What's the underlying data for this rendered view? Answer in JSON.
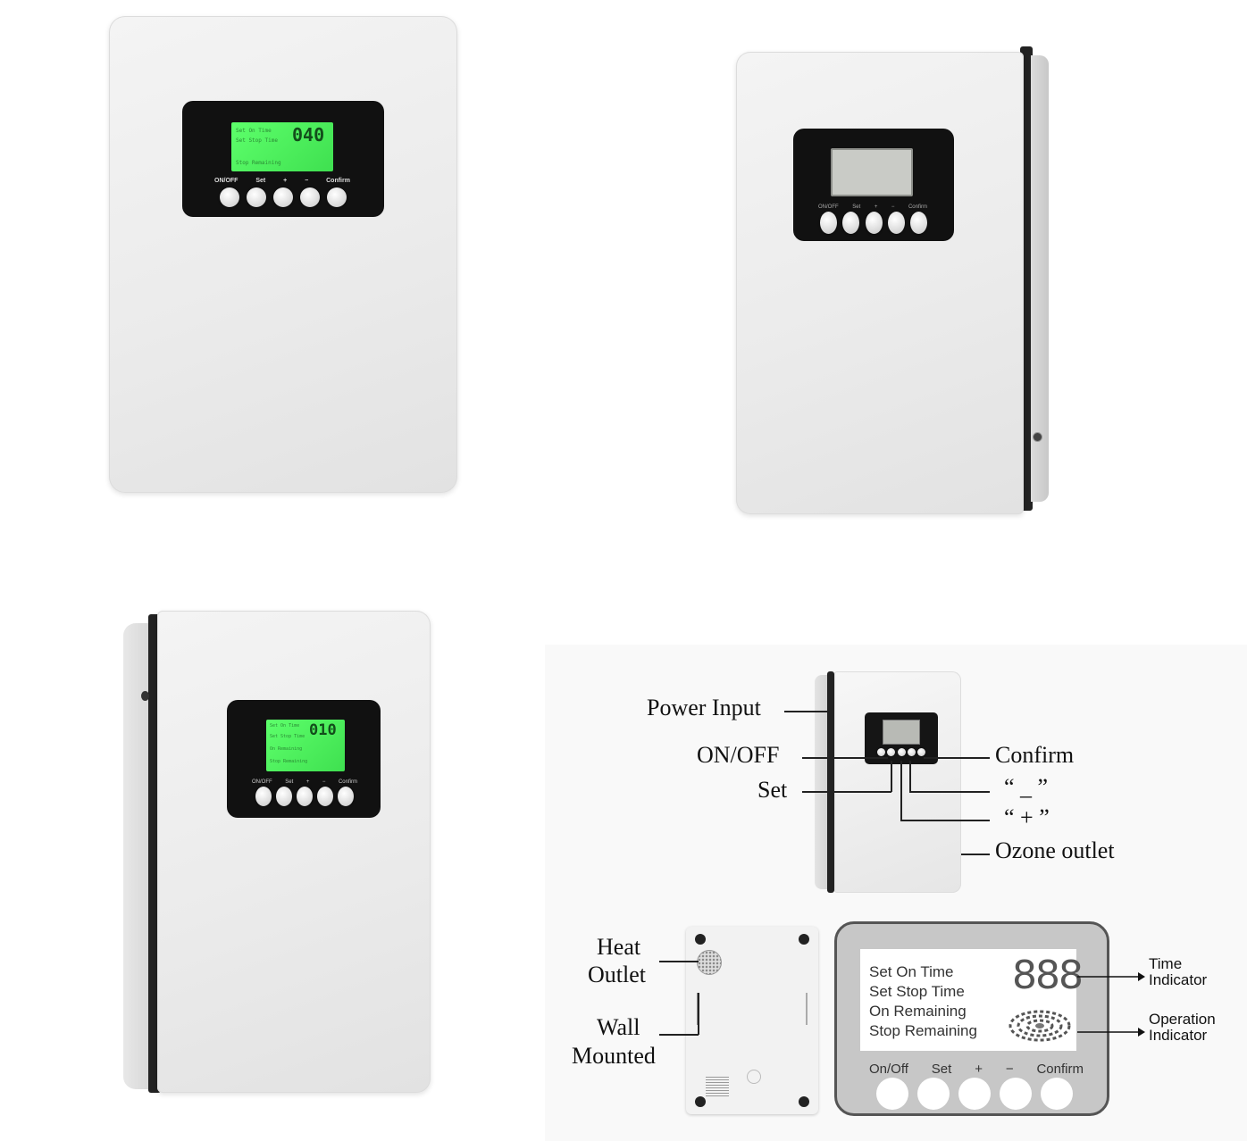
{
  "photo1": {
    "screen_value": "040",
    "screen_rows": [
      "Set On Time",
      "Set Stop Time",
      "Stop Remaining"
    ],
    "button_labels": [
      "ON/OFF",
      "Set",
      "+",
      "−",
      "Confirm"
    ]
  },
  "photo2": {
    "button_labels": [
      "ON/OFF",
      "Set",
      "+",
      "−",
      "Confirm"
    ]
  },
  "photo3": {
    "screen_value": "010",
    "screen_rows": [
      "Set On Time",
      "Set Stop Time",
      "On Remaining",
      "Stop Remaining"
    ],
    "button_labels": [
      "ON/OFF",
      "Set",
      "+",
      "−",
      "Confirm"
    ]
  },
  "diagram": {
    "power_input": "Power Input",
    "on_off": "ON/OFF",
    "set": "Set",
    "confirm": "Confirm",
    "minus": "“ _ ”",
    "plus": "“ + ”",
    "ozone_outlet": "Ozone outlet",
    "heat_outlet_1": "Heat",
    "heat_outlet_2": "Outlet",
    "wall_mounted_1": "Wall",
    "wall_mounted_2": "Mounted"
  },
  "lcd": {
    "rows": [
      "Set On Time",
      "Set Stop Time",
      "On Remaining",
      "Stop Remaining"
    ],
    "digits": "888",
    "time_indicator_1": "Time",
    "time_indicator_2": "Indicator",
    "operation_indicator_1": "Operation",
    "operation_indicator_2": "Indicator",
    "buttons": [
      "On/Off",
      "Set",
      "+",
      "−",
      "Confirm"
    ]
  }
}
